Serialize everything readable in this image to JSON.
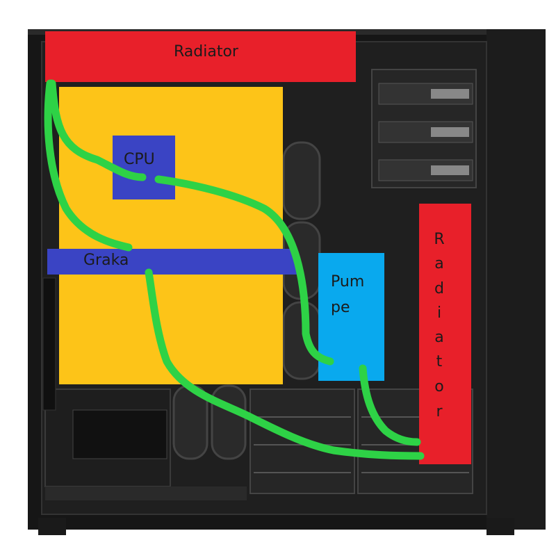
{
  "labels": {
    "radiator_top": "Radiator",
    "cpu": "CPU",
    "gpu": "Graka",
    "pump": "Pum pe",
    "pump_line1": "Pum",
    "pump_line2": "pe",
    "radiator_side": "Radiator",
    "radiator_side_letters": [
      "R",
      "a",
      "d",
      "i",
      "a",
      "t",
      "o",
      "r"
    ]
  },
  "colors": {
    "radiator": "#e8202a",
    "motherboard": "#fdc418",
    "cpu": "#3a44c4",
    "gpu": "#3a44c4",
    "pump": "#09a9ee",
    "tubing": "#2ed246",
    "case": "#151515"
  },
  "icons": [
    "pc-case-icon",
    "fan-icon",
    "drive-cage-icon",
    "psu-icon"
  ]
}
